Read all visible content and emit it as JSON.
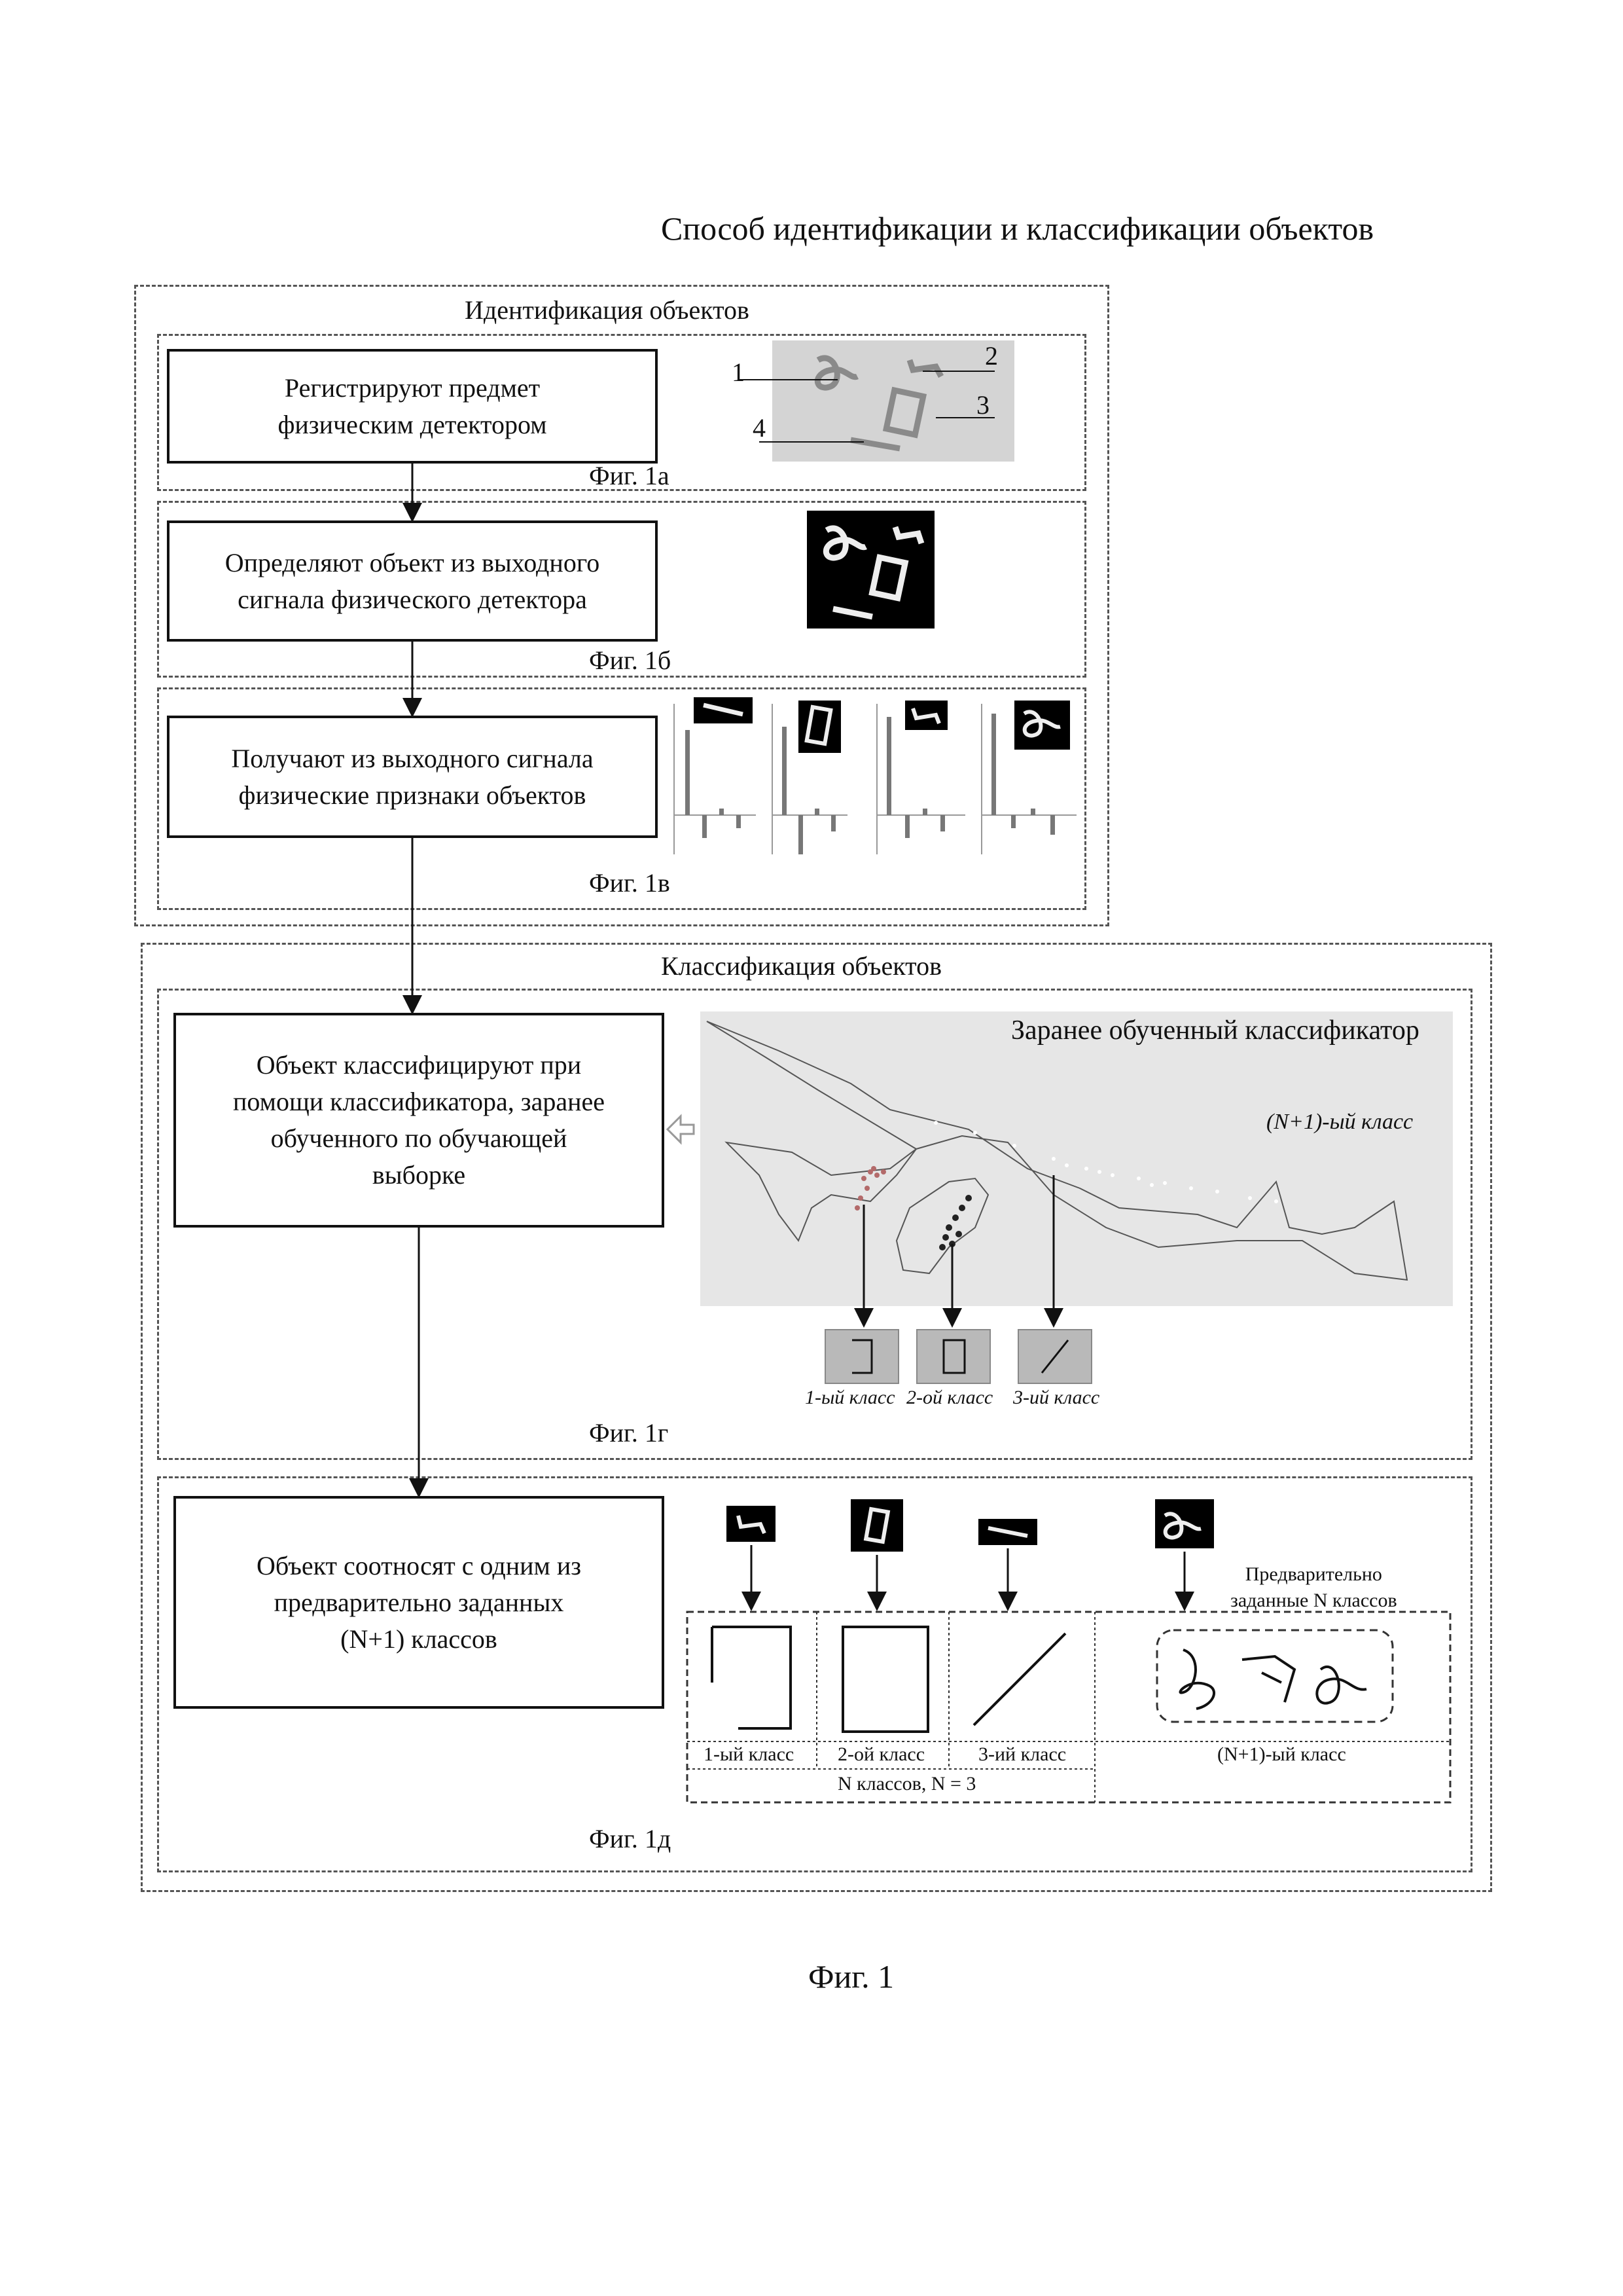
{
  "page_title": "Способ идентификации и классификации объектов",
  "identification": {
    "title": "Идентификация объектов",
    "step_a": {
      "text": "Регистрируют предмет\nфизическим детектором",
      "fig": "Фиг. 1а",
      "callouts": [
        "1",
        "2",
        "3",
        "4"
      ]
    },
    "step_b": {
      "text": "Определяют объект из выходного\nсигнала физического детектора",
      "fig": "Фиг. 1б"
    },
    "step_c": {
      "text": "Получают из выходного сигнала\nфизические признаки объектов",
      "fig": "Фиг. 1в"
    }
  },
  "classification": {
    "title": "Классификация объектов",
    "step_d": {
      "text": "Объект классифицируют при\nпомощи классификатора, заранее\nобученного по обучающей\nвыборке",
      "fig": "Фиг. 1г",
      "panel_title": "Заранее обученный классификатор",
      "extra_class": "(N+1)-ый класс",
      "class_labels": [
        "1-ый класс",
        "2-ой класс",
        "3-ий класс"
      ]
    },
    "step_e": {
      "text": "Объект соотносят с одним из\nпредварительно заданных\n(N+1) классов",
      "fig": "Фиг. 1д",
      "predefined_note": "Предварительно\nзаданные N классов",
      "table_labels": [
        "1-ый класс",
        "2-ой класс",
        "3-ий класс",
        "(N+1)-ый класс"
      ],
      "n_label": "N классов, N = 3"
    }
  },
  "figure_caption": "Фиг. 1",
  "colors": {
    "line": "#111111",
    "dash": "#555555",
    "gray_panel": "#e6e6e6",
    "class_box": "#b9b9b9"
  }
}
